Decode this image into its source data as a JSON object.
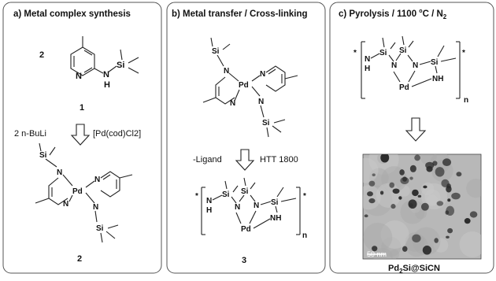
{
  "panels": {
    "a": {
      "header": "a) Metal complex synthesis",
      "reagent_coefficient": "2",
      "compound_label_top": "1",
      "reagent_left": "2 n-BuLi",
      "reagent_right": "[Pd(cod)Cl2]",
      "compound_label_bottom": "2"
    },
    "b": {
      "header": "b) Metal transfer / Cross-linking",
      "condition_left": "-Ligand",
      "condition_right": "HTT 1800",
      "compound_label_bottom": "3"
    },
    "c": {
      "header_prefix": "c) Pyrolysis / 1100 ",
      "header_degree": "o",
      "header_mid": "C / N",
      "header_sub": "2",
      "scale_bar": "50 nm",
      "product_pd": "Pd",
      "product_sub": "2",
      "product_rest": "Si@SiCN"
    }
  },
  "atoms": {
    "si": "Si",
    "n": "N",
    "nh": "NH",
    "h": "H",
    "pd": "Pd",
    "star": "*",
    "n_repeat": "n"
  },
  "colors": {
    "border": "#555555",
    "ink": "#111111",
    "tem_bg": "#b8b8b8",
    "particle": "#2c2c2c"
  }
}
